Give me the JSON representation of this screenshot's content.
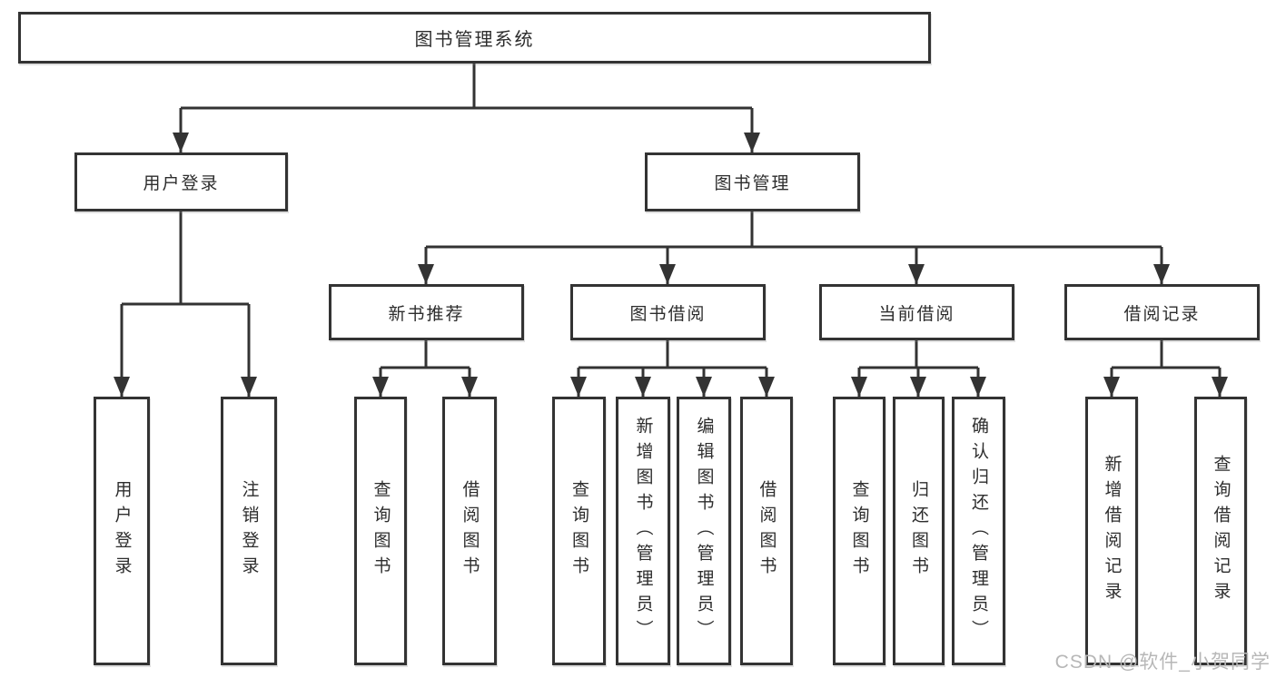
{
  "diagram": {
    "root": "图书管理系统",
    "level2": {
      "user_login": "用户登录",
      "book_mgmt": "图书管理"
    },
    "level3": {
      "new_book_rec": "新书推荐",
      "book_borrow": "图书借阅",
      "current_borrow": "当前借阅",
      "borrow_records": "借阅记录"
    },
    "leaves": {
      "user_login": "用户登录",
      "logout": "注销登录",
      "rec_query_books": "查询图书",
      "rec_borrow_books": "借阅图书",
      "bor_query_books": "查询图书",
      "bor_add_books_admin": "新增图书（管理员）",
      "bor_edit_books_admin": "编辑图书（管理员）",
      "bor_borrow_books": "借阅图书",
      "cur_query_books": "查询图书",
      "cur_return_books": "归还图书",
      "cur_confirm_return_admin": "确认归还（管理员）",
      "recs_add_record": "新增借阅记录",
      "recs_query_record": "查询借阅记录"
    }
  },
  "watermark": {
    "text": "CSDN @软件_小贺同学"
  },
  "colors": {
    "line": "#333333",
    "text": "#2d2d2d",
    "watermark": "#b7b7b7",
    "background": "#ffffff"
  }
}
